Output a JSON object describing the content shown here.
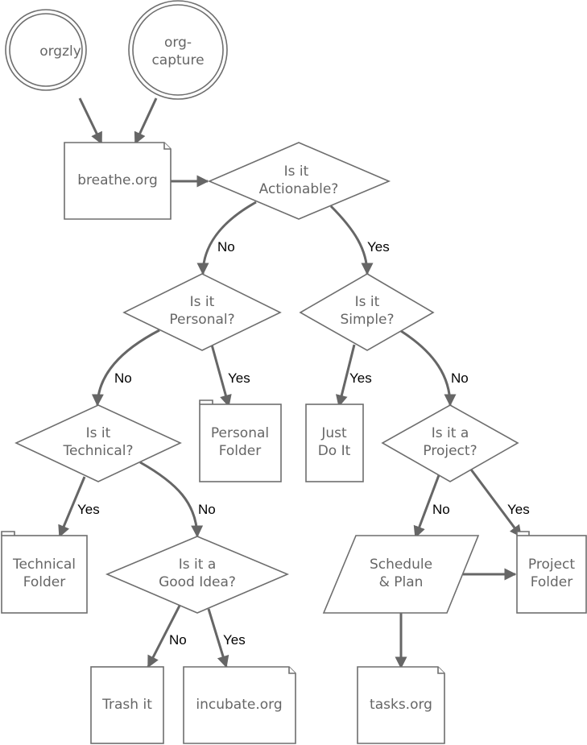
{
  "diagram": {
    "nodes": {
      "orgzly": {
        "label": [
          "orgzly"
        ],
        "type": "double-circle"
      },
      "org_capture": {
        "label": [
          "org-",
          "capture"
        ],
        "type": "double-circle"
      },
      "breathe": {
        "label": [
          "breathe.org"
        ],
        "type": "file"
      },
      "actionable": {
        "label": [
          "Is it",
          "Actionable?"
        ],
        "type": "decision"
      },
      "personal": {
        "label": [
          "Is it",
          "Personal?"
        ],
        "type": "decision"
      },
      "simple": {
        "label": [
          "Is it",
          "Simple?"
        ],
        "type": "decision"
      },
      "technical": {
        "label": [
          "Is it",
          "Technical?"
        ],
        "type": "decision"
      },
      "personal_folder": {
        "label": [
          "Personal",
          "Folder"
        ],
        "type": "folder"
      },
      "just_do_it": {
        "label": [
          "Just",
          "Do It"
        ],
        "type": "box"
      },
      "project_q": {
        "label": [
          "Is it a",
          "Project?"
        ],
        "type": "decision"
      },
      "technical_folder": {
        "label": [
          "Technical",
          "Folder"
        ],
        "type": "folder"
      },
      "good_idea": {
        "label": [
          "Is it a",
          "Good Idea?"
        ],
        "type": "decision"
      },
      "schedule": {
        "label": [
          "Schedule",
          "& Plan"
        ],
        "type": "parallelogram"
      },
      "project_folder": {
        "label": [
          "Project",
          "Folder"
        ],
        "type": "folder"
      },
      "trash": {
        "label": [
          "Trash it"
        ],
        "type": "box"
      },
      "incubate": {
        "label": [
          "incubate.org"
        ],
        "type": "file"
      },
      "tasks": {
        "label": [
          "tasks.org"
        ],
        "type": "file"
      }
    },
    "edges": [
      {
        "from": "orgzly",
        "to": "breathe",
        "label": ""
      },
      {
        "from": "org_capture",
        "to": "breathe",
        "label": ""
      },
      {
        "from": "breathe",
        "to": "actionable",
        "label": ""
      },
      {
        "from": "actionable",
        "to": "personal",
        "label": "No"
      },
      {
        "from": "actionable",
        "to": "simple",
        "label": "Yes"
      },
      {
        "from": "personal",
        "to": "technical",
        "label": "No"
      },
      {
        "from": "personal",
        "to": "personal_folder",
        "label": "Yes"
      },
      {
        "from": "simple",
        "to": "just_do_it",
        "label": "Yes"
      },
      {
        "from": "simple",
        "to": "project_q",
        "label": "No"
      },
      {
        "from": "technical",
        "to": "technical_folder",
        "label": "Yes"
      },
      {
        "from": "technical",
        "to": "good_idea",
        "label": "No"
      },
      {
        "from": "project_q",
        "to": "schedule",
        "label": "No"
      },
      {
        "from": "project_q",
        "to": "project_folder",
        "label": "Yes"
      },
      {
        "from": "good_idea",
        "to": "trash",
        "label": "No"
      },
      {
        "from": "good_idea",
        "to": "incubate",
        "label": "Yes"
      },
      {
        "from": "schedule",
        "to": "project_folder",
        "label": ""
      },
      {
        "from": "schedule",
        "to": "tasks",
        "label": ""
      }
    ]
  }
}
